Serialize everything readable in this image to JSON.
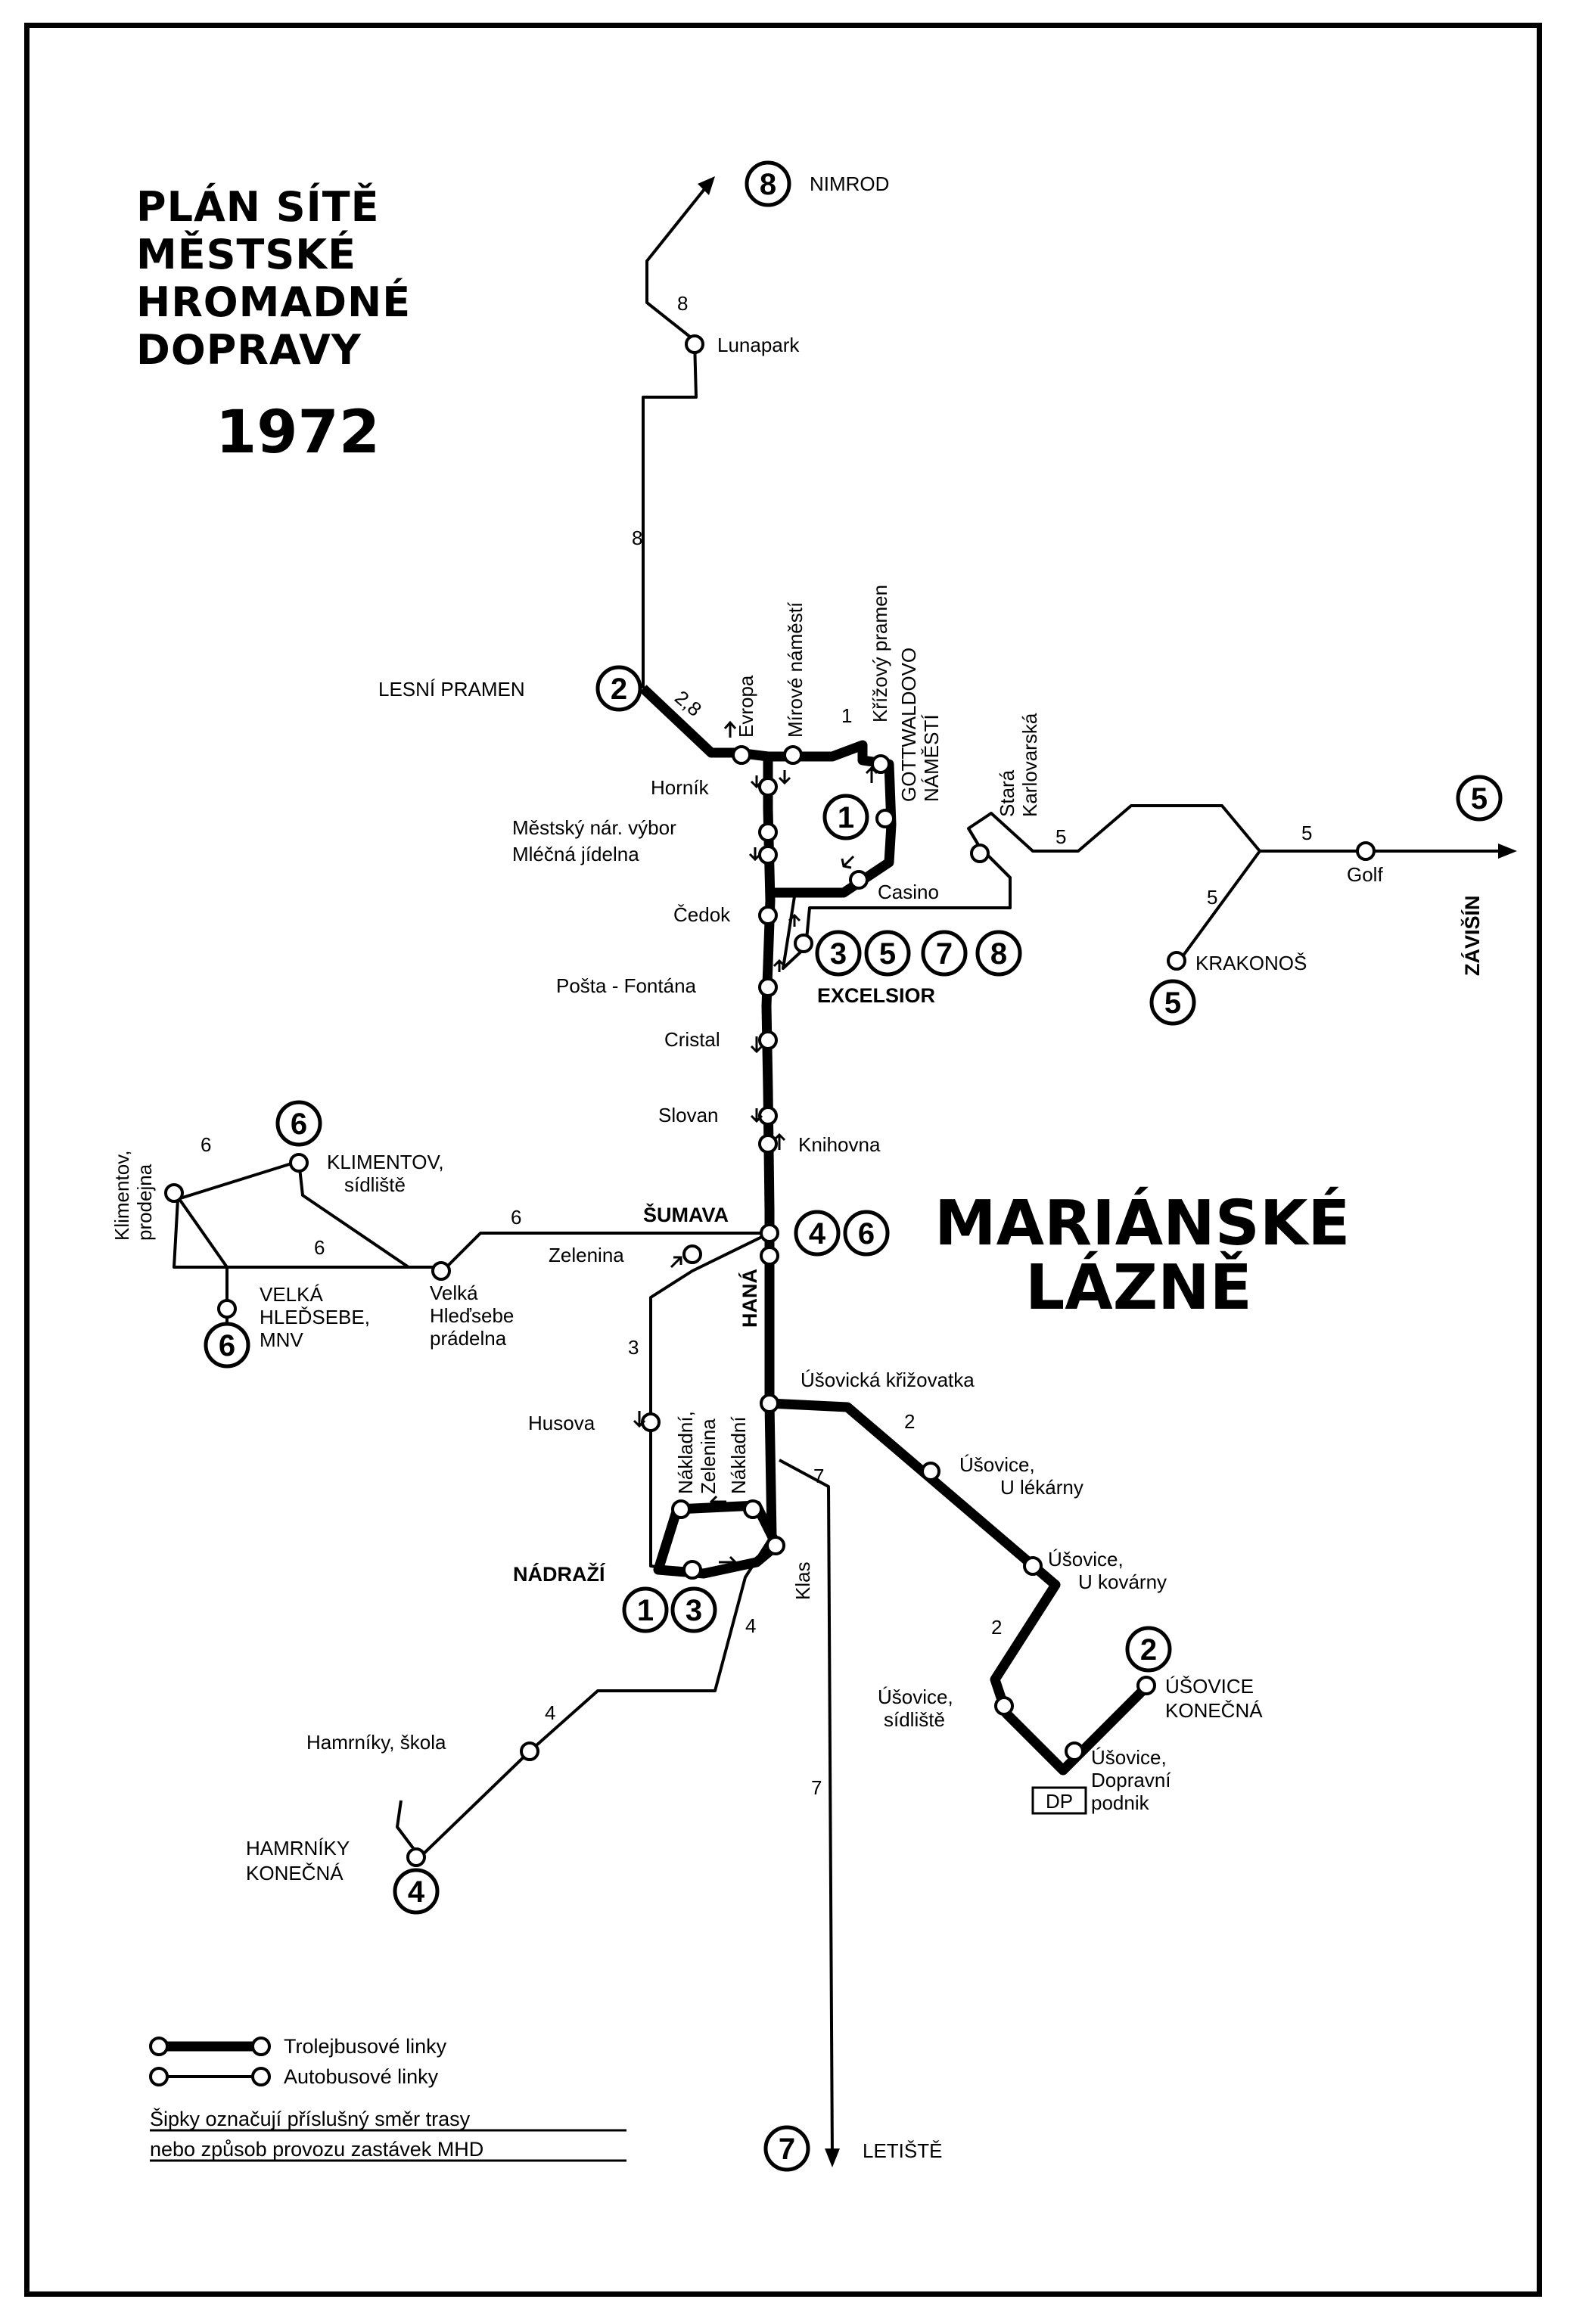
{
  "title": {
    "line1": "PLÁN SÍTĚ",
    "line2": "MĚSTSKÉ",
    "line3": "HROMADNÉ",
    "line4": "DOPRAVY",
    "year": "1972"
  },
  "city": {
    "line1": "MARIÁNSKÉ",
    "line2": "LÁZNĚ"
  },
  "terminals": {
    "nimrod": {
      "num": "8",
      "label": "NIMROD"
    },
    "lesni_pramen": {
      "num": "2",
      "label": "LESNÍ PRAMEN"
    },
    "centrum": {
      "num": "1"
    },
    "excelsior": {
      "nums": [
        "3",
        "5",
        "7",
        "8"
      ],
      "label": "EXCELSIOR"
    },
    "zavisin": {
      "num": "5",
      "label": "ZÁVIŠÍN"
    },
    "krakonos": {
      "num": "5",
      "label": "KRAKONOŠ"
    },
    "sumava": {
      "nums": [
        "4",
        "6"
      ],
      "label": "ŠUMAVA"
    },
    "klimentov": {
      "num": "6",
      "label1": "KLIMENTOV,",
      "label2": "sídliště"
    },
    "velka_hledsebe": {
      "num": "6",
      "label1": "VELKÁ",
      "label2": "HLEĎSEBE,",
      "label3": "MNV"
    },
    "nadrazi": {
      "nums": [
        "1",
        "3"
      ],
      "label": "NÁDRAŽÍ"
    },
    "hamrniky": {
      "num": "4",
      "label1": "HAMRNÍKY",
      "label2": "KONEČNÁ"
    },
    "usovice": {
      "num": "2",
      "label1": "ÚŠOVICE",
      "label2": "KONEČNÁ"
    },
    "letiste": {
      "num": "7",
      "label": "LETIŠTĚ"
    }
  },
  "stops": {
    "lunapark": "Lunapark",
    "evropa": "Evropa",
    "mirove_namesti": "Mírové náměstí",
    "krizovy_pramen": "Křížový pramen",
    "gottwaldovo1": "GOTTWALDOVO",
    "gottwaldovo2": "NÁMĚSTÍ",
    "hornik": "Horník",
    "mnv": "Městský nár. výbor",
    "mlecna": "Mléčná jídelna",
    "casino": "Casino",
    "stara_karlovarska1": "Stará",
    "stara_karlovarska2": "Karlovarská",
    "golf": "Golf",
    "cedok": "Čedok",
    "posta": "Pošta - Fontána",
    "cristal": "Cristal",
    "slovan": "Slovan",
    "knihovna": "Knihovna",
    "klimentov_prodejna1": "Klimentov,",
    "klimentov_prodejna2": "prodejna",
    "zelenina": "Zelenina",
    "hana": "HANÁ",
    "velka_pradelna1": "Velká",
    "velka_pradelna2": "Hleďsebe",
    "velka_pradelna3": "prádelna",
    "husova": "Husova",
    "nakladni_zelenina1": "Nákladní,",
    "nakladni_zelenina2": "Zelenina",
    "nakladni": "Nákladní",
    "usovicka": "Úšovická křižovatka",
    "u_lekarny1": "Úšovice,",
    "u_lekarny2": "U lékárny",
    "u_kovarny1": "Úšovice,",
    "u_kovarny2": "U kovárny",
    "usovice_sidliste1": "Úšovice,",
    "usovice_sidliste2": "sídliště",
    "dopravni1": "Úšovice,",
    "dopravni2": "Dopravní",
    "dopravni3": "podnik",
    "dp_badge": "DP",
    "klas": "Klas",
    "hamrniky_skola": "Hamrníky, škola"
  },
  "line_numbers": {
    "n8": "8",
    "n2_8": "2,8",
    "n1": "1",
    "n5": "5",
    "n6": "6",
    "n3": "3",
    "n2": "2",
    "n4": "4",
    "n7": "7"
  },
  "legend": {
    "trolley": "Trolejbusové linky",
    "bus": "Autobusové linky",
    "note1": "Šipky označují příslušný směr trasy",
    "note2": "nebo způsob provozu zastávek MHD"
  },
  "colors": {
    "ink": "#000000",
    "paper": "#ffffff"
  }
}
